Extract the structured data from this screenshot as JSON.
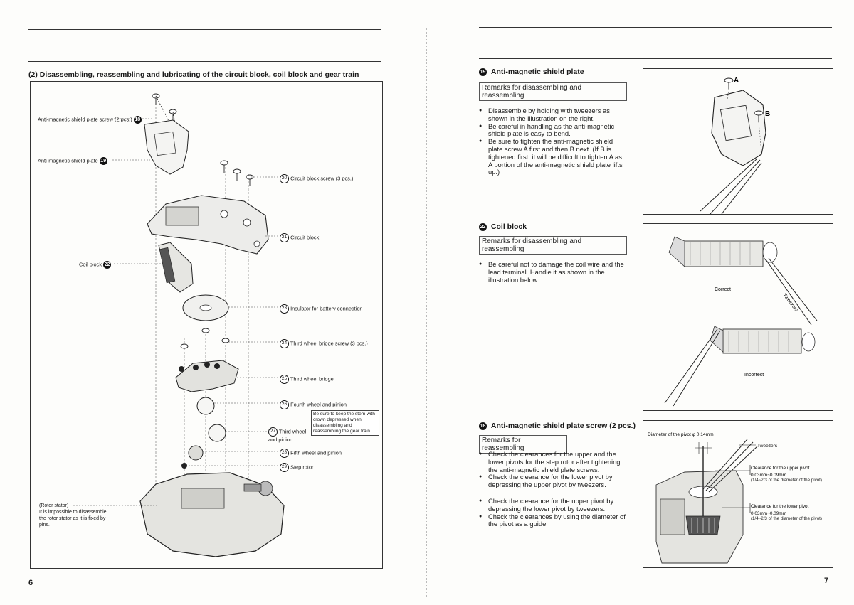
{
  "left_page": {
    "title": "(2) Disassembling, reassembling and lubricating of the circuit block, coil block and gear train",
    "page_number": "6",
    "parts": [
      {
        "num": "18",
        "text": "Anti-magnetic shield plate screw (2 pcs.)",
        "filled": true
      },
      {
        "num": "19",
        "text": "Anti-magnetic shield plate",
        "filled": true
      },
      {
        "num": "20",
        "text": "Circuit block screw (3 pcs.)",
        "filled": false
      },
      {
        "num": "21",
        "text": "Circuit block",
        "filled": false
      },
      {
        "num": "22",
        "text": "Coil block",
        "filled": true
      },
      {
        "num": "23",
        "text": "Insulator for battery connection",
        "filled": false
      },
      {
        "num": "24",
        "text": "Third wheel bridge screw (3 pcs.)",
        "filled": false
      },
      {
        "num": "25",
        "text": "Third wheel bridge",
        "filled": false
      },
      {
        "num": "26",
        "text": "Fourth wheel and pinion",
        "filled": false
      },
      {
        "num": "27",
        "text": "Third wheel and pinion",
        "filled": false
      },
      {
        "num": "28",
        "text": "Fifth wheel and pinion",
        "filled": false
      },
      {
        "num": "29",
        "text": "Step rotor",
        "filled": false
      }
    ],
    "note_crown": "Be sure to keep the stem with crown depressed when disassembling and reassembling the gear train.",
    "rotor_stator_label": "(Rotor stator)",
    "rotor_stator_note": "It is impossible to disassemble the rotor stator as it is fixed by pins."
  },
  "right_page": {
    "page_number": "7",
    "sections": [
      {
        "num": "19",
        "title": "Anti-magnetic shield plate",
        "remarks": "Remarks for disassembling and reassembling",
        "bullets": [
          "Disassemble by holding with tweezers as shown in the illustration on the right.",
          "Be careful in handling as the anti-magnetic shield plate is easy to bend.",
          "Be sure to tighten the anti-magnetic shield plate screw A first and then B next. (If B is tightened first, it will be difficult to tighten A as A portion of the anti-magnetic shield plate lifts up.)"
        ],
        "figure_labels": {
          "a": "A",
          "b": "B"
        }
      },
      {
        "num": "22",
        "title": "Coil block",
        "remarks": "Remarks for disassembling and reassembling",
        "bullets": [
          "Be careful not to damage the coil wire and the lead terminal. Handle it as shown in the illustration below."
        ],
        "figure_labels": {
          "correct": "Correct",
          "incorrect": "Incorrect",
          "tweezers": "Tweezers"
        }
      },
      {
        "num": "18",
        "title": "Anti-magnetic shield plate screw (2 pcs.)",
        "remarks": "Remarks for reassembling",
        "bullets": [
          "Check the clearances for the upper and the lower pivots for the step rotor after tightening the anti-magnetic shield plate screws.",
          "Check the clearance for the lower pivot by depressing the upper pivot by tweezers.",
          "Check the clearance for the upper pivot by depressing the lower pivot by tweezers.",
          "Check the clearances by using the diameter of the pivot as a guide."
        ],
        "figure_labels": {
          "pivot_diameter": "Diameter of the pivot φ 0.14mm",
          "tweezers": "Tweezers",
          "upper_title": "Clearance for the upper pivot",
          "upper_value": "0.03mm~0.09mm",
          "upper_note": "(1/4~2/3 of the diameter of the pivot)",
          "lower_title": "Clearance for the lower pivot",
          "lower_value": "0.03mm~0.09mm",
          "lower_note": "(1/4~2/3 of the diameter of the pivot)"
        }
      }
    ]
  }
}
